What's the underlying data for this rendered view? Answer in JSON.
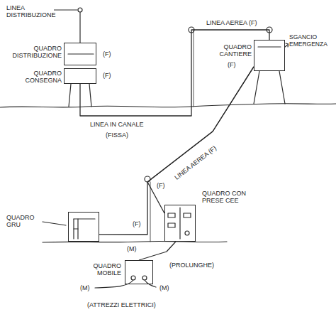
{
  "diagram": {
    "nodes": [
      {
        "text": [
          "QUADRO DISTRIBUZIONE"
        ]
      },
      {
        "text": [
          "QUADRO CONSEGNA"
        ]
      },
      {
        "text": [
          "QUADRO CANTIERE"
        ]
      },
      {
        "text": [
          "QUADRO GRU"
        ]
      },
      {
        "text": [
          "QUADRO CON PRESE CEE"
        ]
      },
      {
        "text": [
          "QUADRO MOBILE"
        ]
      }
    ],
    "edges": [
      {
        "from": 1,
        "to": 2,
        "arrow": "none"
      },
      {
        "from": 2,
        "to": 3,
        "arrow": "none"
      },
      {
        "from": 2,
        "to": 4,
        "arrow": "none"
      },
      {
        "from": 4,
        "to": 5,
        "arrow": "none"
      }
    ],
    "labels": [
      "LINEA DISTRIBUZIONE",
      "(F)",
      "(F)",
      "LINEA IN CANALE",
      "(FISSA)",
      "LINEA AEREA (F)",
      "(F)",
      "SGANCIO EMERGENZA",
      "LINEA AEREA (F)",
      "(F)",
      "(F)",
      "(M)",
      "(PROLUNGHE)",
      "(M)",
      "(M)",
      "(ATTREZZI ELETTRICI)"
    ]
  }
}
